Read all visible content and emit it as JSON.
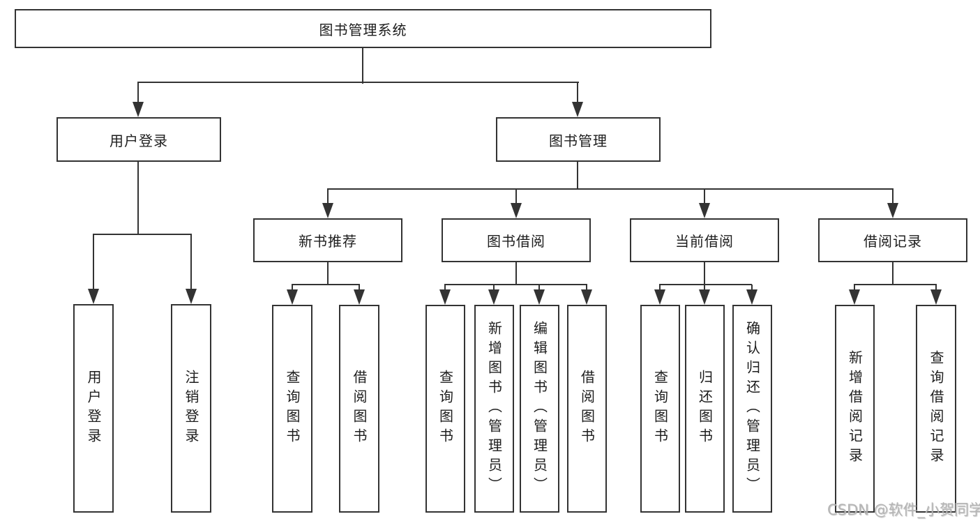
{
  "tree": {
    "root": {
      "label": "图书管理系统"
    },
    "branches": [
      {
        "label": "用户登录",
        "children": [
          {
            "label": "用户登录"
          },
          {
            "label": "注销登录"
          }
        ]
      },
      {
        "label": "图书管理",
        "children": [
          {
            "label": "新书推荐",
            "children": [
              {
                "label": "查询图书"
              },
              {
                "label": "借阅图书"
              }
            ]
          },
          {
            "label": "图书借阅",
            "children": [
              {
                "label": "查询图书"
              },
              {
                "label": "新增图书（管理员）"
              },
              {
                "label": "编辑图书（管理员）"
              },
              {
                "label": "借阅图书"
              }
            ]
          },
          {
            "label": "当前借阅",
            "children": [
              {
                "label": "查询图书"
              },
              {
                "label": "归还图书"
              },
              {
                "label": "确认归还（管理员）"
              }
            ]
          },
          {
            "label": "借阅记录",
            "children": [
              {
                "label": "新增借阅记录"
              },
              {
                "label": "查询借阅记录"
              }
            ]
          }
        ]
      }
    ]
  },
  "watermark": {
    "text": "CSDN @软件_小贺同学"
  },
  "colors": {
    "line": "#333333",
    "box_border": "#333333",
    "text": "#1d1d1d",
    "watermark": "#b5b5b5",
    "background": "#ffffff"
  }
}
